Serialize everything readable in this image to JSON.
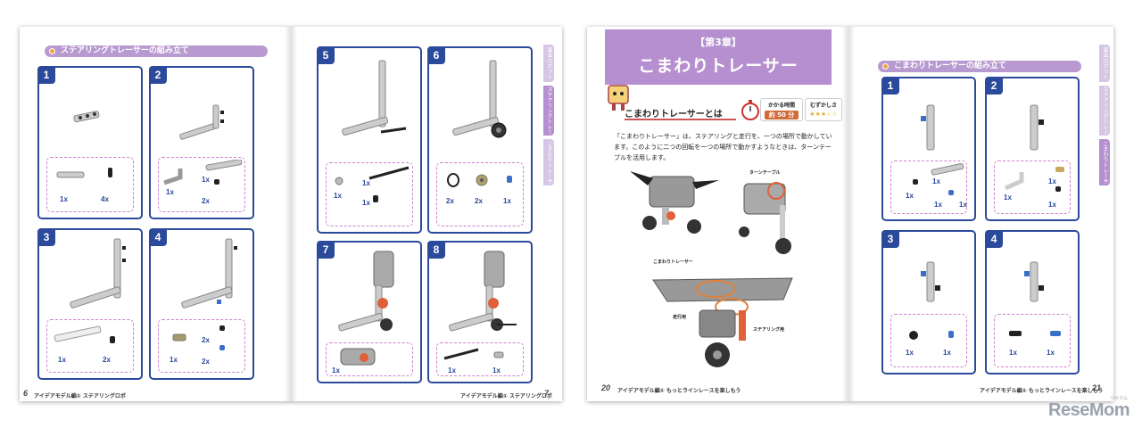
{
  "spread1": {
    "section_title": "ステアリングトレーサーの組み立て",
    "tabs": [
      "基本ロボット",
      "ステアリングトレーサー",
      "こまわりトレーサー"
    ],
    "steps": [
      {
        "num": "1",
        "qty": [
          "1x",
          "4x"
        ]
      },
      {
        "num": "2",
        "qty": [
          "1x",
          "1x",
          "2x"
        ]
      },
      {
        "num": "3",
        "qty": [
          "1x",
          "2x"
        ]
      },
      {
        "num": "4",
        "qty": [
          "1x",
          "2x",
          "2x"
        ]
      },
      {
        "num": "5",
        "qty": [
          "1x",
          "1x",
          "1x"
        ]
      },
      {
        "num": "6",
        "qty": [
          "2x",
          "2x",
          "1x"
        ]
      },
      {
        "num": "7",
        "qty": [
          "1x"
        ]
      },
      {
        "num": "8",
        "qty": [
          "1x",
          "1x"
        ]
      }
    ],
    "left_page_num": "6",
    "left_footer": "アイデアモデル編① ステアリングロボ",
    "right_footer": "アイデアモデル編① ステアリングロボ",
    "right_page_num": "7"
  },
  "spread2": {
    "chapter_label": "【第3章】",
    "chapter_title": "こまわりトレーサー",
    "about_heading": "こまわりトレーサーとは",
    "time_label": "かかる時間",
    "time_value": "約 50 分",
    "difficulty_label": "むずかしさ",
    "difficulty_stars": "★★★☆☆",
    "body_text": "「こまわりトレーサー」は、ステアリングと走行を、一つの場所で動かしています。このように二つの回転を一つの場所で動かすようなときは、ターンテーブルを活用します。",
    "callout_turntable": "ターンテーブル",
    "caption_robot": "こまわりトレーサー",
    "callout_drive": "走行用",
    "callout_steering": "ステアリング用",
    "section_title": "こまわりトレーサーの組み立て",
    "tabs": [
      "基本ロボット",
      "ステアリングトレーサー",
      "こまわりトレーサー"
    ],
    "steps": [
      {
        "num": "1",
        "qty": [
          "1x",
          "1x",
          "1x",
          "1x"
        ]
      },
      {
        "num": "2",
        "qty": [
          "1x",
          "1x",
          "1x"
        ]
      },
      {
        "num": "3",
        "qty": [
          "1x",
          "1x"
        ]
      },
      {
        "num": "4",
        "qty": [
          "1x",
          "1x"
        ]
      }
    ],
    "left_page_num": "20",
    "left_footer": "アイデアモデル編① もっとラインレースを楽しもう",
    "right_footer": "アイデアモデル編① もっとラインレースを楽しもう",
    "right_page_num": "21"
  },
  "watermark": {
    "text": "ReseMom",
    "sub": "リセマム"
  },
  "colors": {
    "step_border": "#2b4a9b",
    "section_header": "#b89ad0",
    "chapter_box": "#b58fcf",
    "dashed": "#cf7fd0"
  }
}
